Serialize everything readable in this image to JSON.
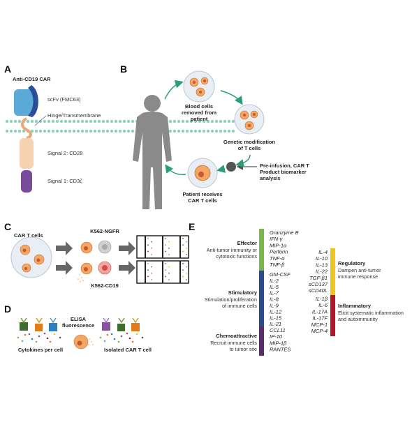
{
  "panel_a": {
    "letter": "A",
    "title": "Anti-CD19 CAR",
    "labels": {
      "scfv": "scFv (FMC63)",
      "hinge": "Hinge/Transmembrane",
      "signal2": "Signal 2: CD28",
      "signal1": "Signal 1: CD3ζ"
    }
  },
  "panel_b": {
    "letter": "B",
    "step1": [
      "Blood cells",
      "removed from",
      "patient"
    ],
    "step2": [
      "Genetic modification",
      "of T cells"
    ],
    "step3": [
      "Patient receives",
      "CAR T cells"
    ],
    "biomarker": [
      "Pre-infusion, CAR T",
      "Product biomarker",
      "analysis"
    ]
  },
  "panel_c": {
    "letter": "C",
    "car_t": "CAR T cells",
    "target1": "K562-NGFR",
    "target2": "K562-CD19"
  },
  "panel_d": {
    "letter": "D",
    "elisa": [
      "ELISA",
      "fluorescence"
    ],
    "left_label": "Cytokines per cell",
    "right_label": "Isolated CAR T cell"
  },
  "panel_e": {
    "letter": "E",
    "colors": {
      "effector": "#7ab648",
      "stimulatory": "#2b4d8c",
      "chemo": "#5b2d6e",
      "regulatory": "#f0c419",
      "inflammatory": "#b5152b"
    },
    "effector": {
      "title": "Effector",
      "desc": [
        "Anti-tumor immunity or",
        "cytotoxic functions"
      ],
      "items": [
        "Granzyme B",
        "IFN-γ",
        "MIP-1α",
        "Perforin",
        "TNF-α",
        "TNF-β"
      ]
    },
    "stimulatory": {
      "title": "Stimulatory",
      "desc": [
        "Stimulation/proliferation",
        "of immune cells"
      ],
      "items": [
        "GM-CSF",
        "IL-2",
        "IL-5",
        "IL-7",
        "IL-8",
        "IL-9",
        "IL-12",
        "IL-15",
        "IL-21"
      ]
    },
    "chemo": {
      "title": "Chemoattractive",
      "desc": [
        "Recruit immune cells",
        "to tumor site"
      ],
      "items": [
        "CCL11",
        "IP-10",
        "MIP-1β",
        "RANTES"
      ]
    },
    "regulatory": {
      "title": "Regulatory",
      "desc": [
        "Dampen anti-tumor",
        "immune response"
      ],
      "items": [
        "IL-4",
        "IL-10",
        "IL-13",
        "IL-22",
        "TGF-β1",
        "sCD137",
        "sCD40L"
      ]
    },
    "inflammatory": {
      "title": "Inflammatory",
      "desc": [
        "Elicit systematic inflammation",
        "and autoimmunity"
      ],
      "items": [
        "IL-1β",
        "IL-6",
        "IL-17A",
        "IL-17F",
        "MCP-1",
        "MCP-4"
      ]
    }
  }
}
